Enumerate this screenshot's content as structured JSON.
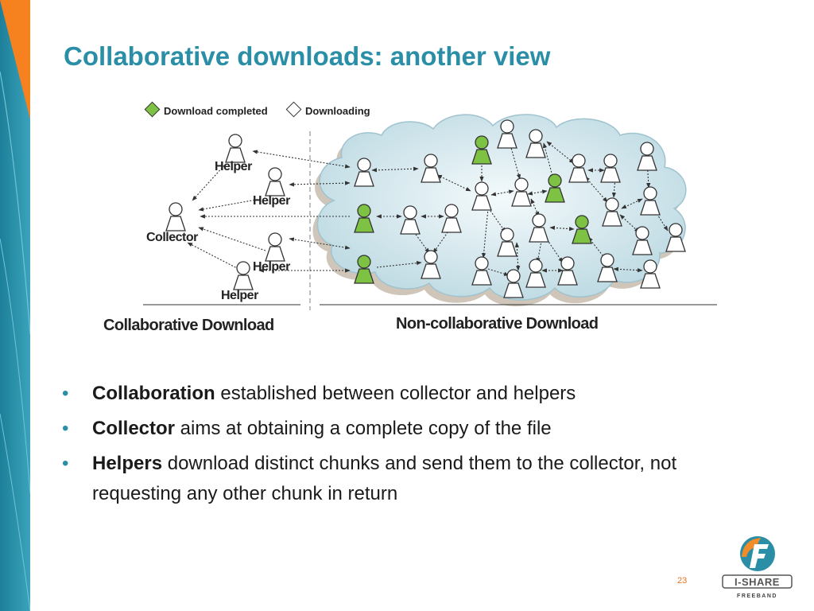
{
  "slide": {
    "title": "Collaborative downloads: another view",
    "page_number": "23"
  },
  "diagram": {
    "legend": {
      "completed": "Download completed",
      "downloading": "Downloading",
      "completed_color": "#7dc242",
      "downloading_color": "#ffffff"
    },
    "labels": {
      "helper_1": "Helper",
      "helper_2": "Helper",
      "helper_3": "Helper",
      "helper_4": "Helper",
      "collector": "Collector"
    },
    "sections": {
      "collaborative": "Collaborative Download",
      "non_collaborative": "Non-collaborative Download"
    },
    "cloud_color": "#cfe4ea"
  },
  "bullets": [
    {
      "bold": "Collaboration",
      "rest": " established between collector and helpers"
    },
    {
      "bold": "Collector",
      "rest": " aims at obtaining a complete copy of the file"
    },
    {
      "bold": "Helpers",
      "rest": " download distinct chunks and send them to the collector, not requesting any other chunk in return"
    }
  ],
  "logo": {
    "name": "I-SHARE",
    "sub": "FREEBAND",
    "orange": "#f28c28",
    "blue": "#2a8fa6"
  }
}
